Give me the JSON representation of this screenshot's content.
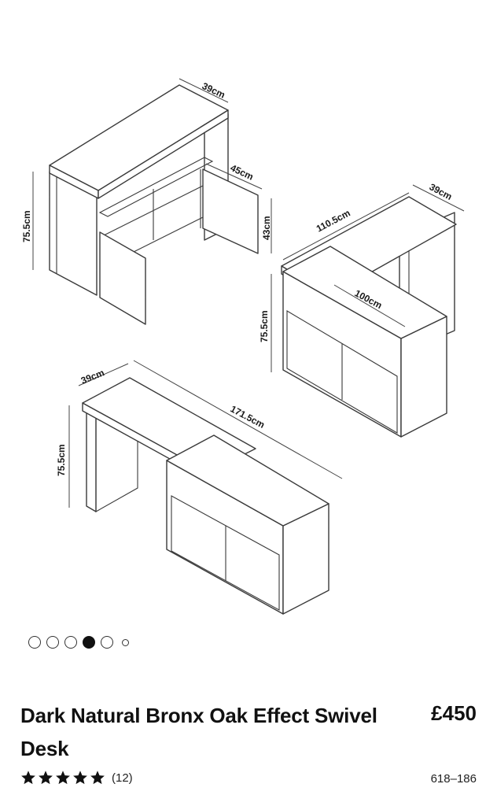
{
  "gallery": {
    "dimensions": {
      "cab_depth": "39cm",
      "cab_height": "75.5cm",
      "door_width": "45cm",
      "door_height": "43cm",
      "corner_depth": "39cm",
      "corner_length": "110.5cm",
      "corner_width": "100cm",
      "corner_height": "75.5cm",
      "extended_depth": "39cm",
      "extended_length": "171.5cm",
      "extended_height": "75.5cm"
    },
    "dots": {
      "count": 6,
      "active_index": 3
    }
  },
  "product": {
    "title": "Dark Natural Bronx Oak Effect Swivel Desk",
    "price": "£450",
    "rating_stars": 5,
    "review_count": "(12)",
    "sku": "618–186"
  },
  "colors": {
    "text": "#111111",
    "line": "#3a3a3a",
    "background": "#ffffff"
  }
}
